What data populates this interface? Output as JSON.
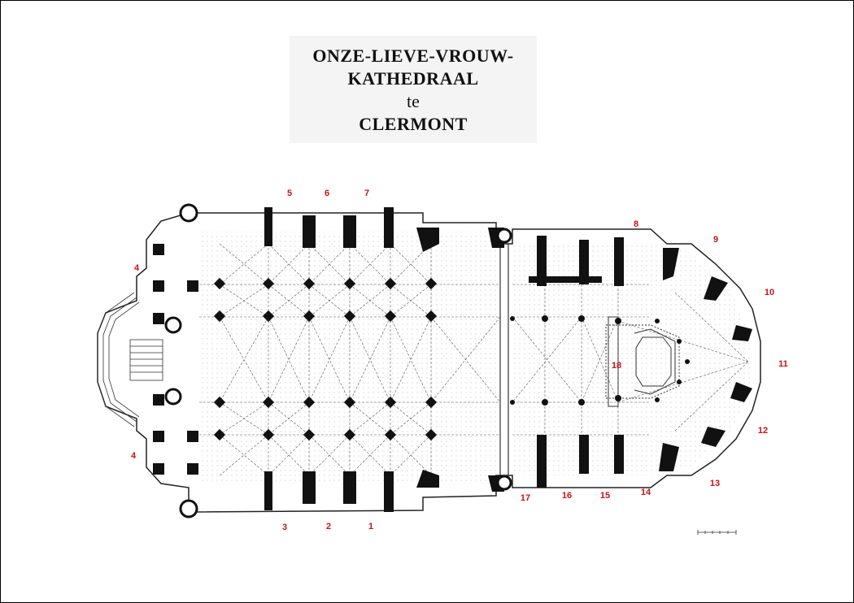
{
  "title": {
    "line1": "ONZE-LIEVE-VROUW-",
    "line2": "KATHEDRAAL",
    "line3": "te",
    "line4": "CLERMONT"
  },
  "labels": [
    {
      "id": "1",
      "text": "1"
    },
    {
      "id": "2",
      "text": "2"
    },
    {
      "id": "3",
      "text": "3"
    },
    {
      "id": "4a",
      "text": "4"
    },
    {
      "id": "4b",
      "text": "4"
    },
    {
      "id": "5",
      "text": "5"
    },
    {
      "id": "6",
      "text": "6"
    },
    {
      "id": "7",
      "text": "7"
    },
    {
      "id": "8",
      "text": "8"
    },
    {
      "id": "9",
      "text": "9"
    },
    {
      "id": "10",
      "text": "10"
    },
    {
      "id": "11",
      "text": "11"
    },
    {
      "id": "12",
      "text": "12"
    },
    {
      "id": "13",
      "text": "13"
    },
    {
      "id": "14",
      "text": "14"
    },
    {
      "id": "15",
      "text": "15"
    },
    {
      "id": "16",
      "text": "16"
    },
    {
      "id": "17",
      "text": "17"
    },
    {
      "id": "18",
      "text": "18"
    }
  ],
  "colors": {
    "label": "#cc1111",
    "wall": "#111111",
    "line": "#333333"
  }
}
